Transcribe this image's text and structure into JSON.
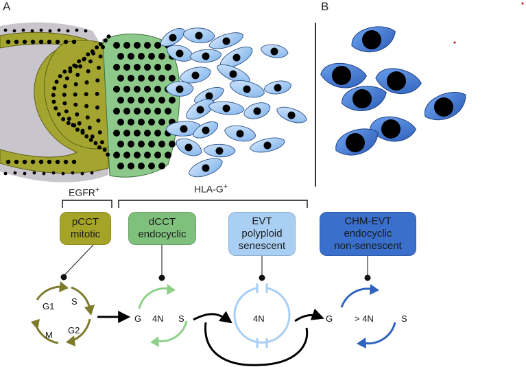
{
  "panels": {
    "a": "A",
    "b": "B"
  },
  "markers": {
    "egfr": {
      "text": "EGFR",
      "sup": "+"
    },
    "hlag": {
      "text": "HLA-G",
      "sup": "+"
    }
  },
  "boxes": {
    "pcct": {
      "line1": "pCCT",
      "line2": "mitotic",
      "line3": "",
      "color": "#a6a428"
    },
    "dcct": {
      "line1": "dCCT",
      "line2": "endocyclic",
      "line3": "",
      "color": "#7fc07c"
    },
    "evt": {
      "line1": "EVT",
      "line2": "polyploid",
      "line3": "senescent",
      "color": "#a9cff5"
    },
    "chm": {
      "line1": "CHM-EVT",
      "line2": "endocyclic",
      "line3": "non-senescent",
      "color": "#3a6fcb"
    }
  },
  "cycles": {
    "mitotic": {
      "g1": "G1",
      "s": "S",
      "g2": "G2",
      "m": "M",
      "color": "#7d7a2a"
    },
    "endo": {
      "g": "G",
      "ploidy": "4N",
      "s": "S",
      "color": "#8fd08a"
    },
    "evt": {
      "ploidy": "4N",
      "color": "#a9cff5"
    },
    "chm": {
      "g": "G",
      "ploidy": "> 4N",
      "s": "S",
      "color": "#2f62c0"
    }
  },
  "colors": {
    "trophoblast": "#a4a530",
    "matrix": "#c9c5cc",
    "cct_green": "#8dc98a",
    "evt_light": "#a9cff5",
    "chm_blue": "#3d6fd0",
    "nucleus": "#000000"
  }
}
